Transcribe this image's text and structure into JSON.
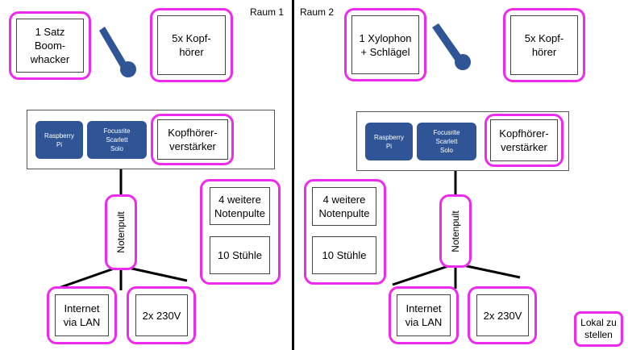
{
  "room1": {
    "label": "Raum 1",
    "boomwhacker": "1 Satz\nBoom-\nwhacker",
    "headphones": "5x Kopf-\nhörer",
    "raspberry": "Raspberry\nPi",
    "focusrite": "Focusrite\nScarlett\nSolo",
    "amp": "Kopfhörer-\nverstärker",
    "stand": "Notenpult",
    "stands_more": "4 weitere\nNotenpulte",
    "chairs": "10 Stühle",
    "internet": "Internet\nvia LAN",
    "power": "2x 230V"
  },
  "room2": {
    "label": "Raum 2",
    "xylophone": "1 Xylophon\n+ Schlägel",
    "headphones": "5x Kopf-\nhörer",
    "raspberry": "Raspberry\nPi",
    "focusrite": "Focusrite\nScarlett\nSolo",
    "amp": "Kopfhörer-\nverstärker",
    "stand": "Notenpult",
    "stands_more": "4 weitere\nNotenpulte",
    "chairs": "10 Stühle",
    "internet": "Internet\nvia LAN",
    "power": "2x 230V"
  },
  "legend": {
    "label": "Lokal zu\nstellen"
  },
  "colors": {
    "highlight": "#ee2aee",
    "device_blue": "#2f5597",
    "mic_blue": "#2f5597"
  }
}
